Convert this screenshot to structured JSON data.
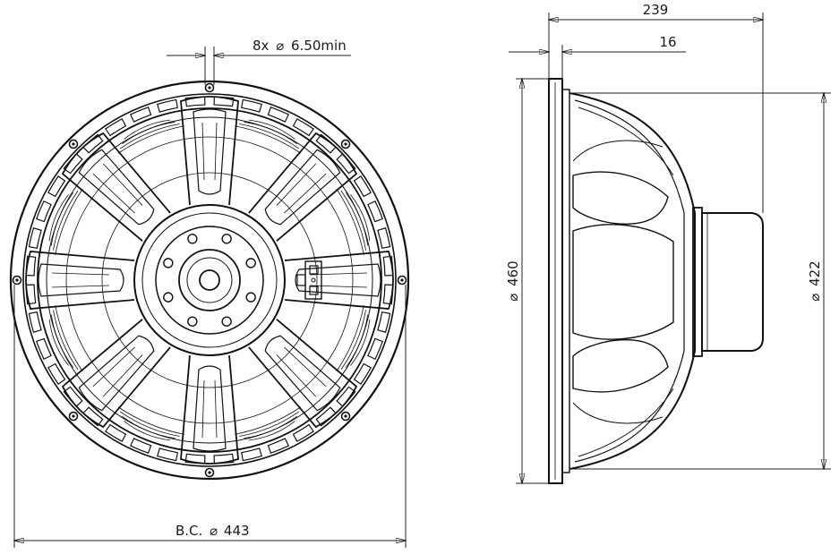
{
  "diagram": {
    "front_view": {
      "hole_callout": "8x",
      "hole_diameter": "6.50min",
      "hole_count": 8,
      "bolt_circle_prefix": "B.C.",
      "bolt_circle_value": "443",
      "spokes": 8
    },
    "side_view": {
      "overall_depth": "239",
      "flange_thickness": "16",
      "outer_diameter": "460",
      "frame_diameter": "422"
    },
    "diameter_symbol": "⌀"
  }
}
